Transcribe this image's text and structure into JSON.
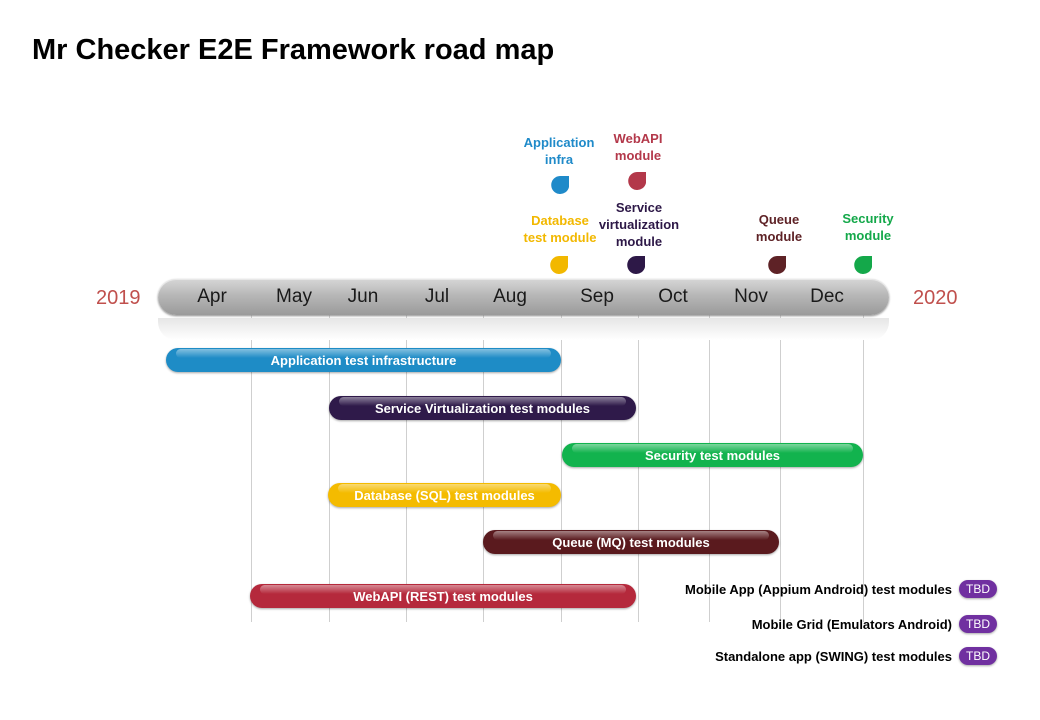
{
  "title": "Mr Checker E2E Framework road map",
  "years": {
    "start": "2019",
    "end": "2020"
  },
  "months": [
    "Apr",
    "May",
    "Jun",
    "Jul",
    "Aug",
    "Sep",
    "Oct",
    "Nov",
    "Dec"
  ],
  "milestones": [
    {
      "label_lines": [
        "Application",
        "infra"
      ],
      "color": "#1f8ac9",
      "month": "Sep"
    },
    {
      "label_lines": [
        "WebAPI",
        "module"
      ],
      "color": "#b3384a",
      "month": "Oct"
    },
    {
      "label_lines": [
        "Database",
        "test module"
      ],
      "color": "#f2b800",
      "month": "Sep"
    },
    {
      "label_lines": [
        "Service",
        "virtualization",
        "module"
      ],
      "color": "#2d1847",
      "month": "Oct"
    },
    {
      "label_lines": [
        "Queue",
        "module"
      ],
      "color": "#5e2226",
      "month": "Nov"
    },
    {
      "label_lines": [
        "Security",
        "module"
      ],
      "color": "#14a84a",
      "month": "Dec"
    }
  ],
  "tracks": [
    {
      "label": "Application test  infrastructure",
      "color": "#1e8cc6",
      "start": "Apr",
      "end": "Sep"
    },
    {
      "label": "Service Virtualization test modules",
      "color": "#2f1a4a",
      "start": "Jun",
      "end": "Oct"
    },
    {
      "label": "Security test modules",
      "color": "#12b34e",
      "start": "Sep",
      "end": "Dec"
    },
    {
      "label": "Database (SQL) test modules",
      "color": "#f4bb00",
      "start": "Jun",
      "end": "Sep"
    },
    {
      "label": "Queue (MQ) test modules",
      "color": "#5a1a1e",
      "start": "Aug",
      "end": "Nov"
    },
    {
      "label": "WebAPI (REST) test modules",
      "color": "#b5293c",
      "start": "May",
      "end": "Oct"
    }
  ],
  "tbd_items": [
    {
      "label": "Mobile App (Appium Android) test modules",
      "badge": "TBD"
    },
    {
      "label": "Mobile Grid (Emulators Android)",
      "badge": "TBD"
    },
    {
      "label": "Standalone app (SWING) test modules",
      "badge": "TBD"
    }
  ],
  "colors": {
    "year": "#c0504d",
    "tbd_badge": "#7030a0",
    "timeline": "#a6a6a6"
  }
}
